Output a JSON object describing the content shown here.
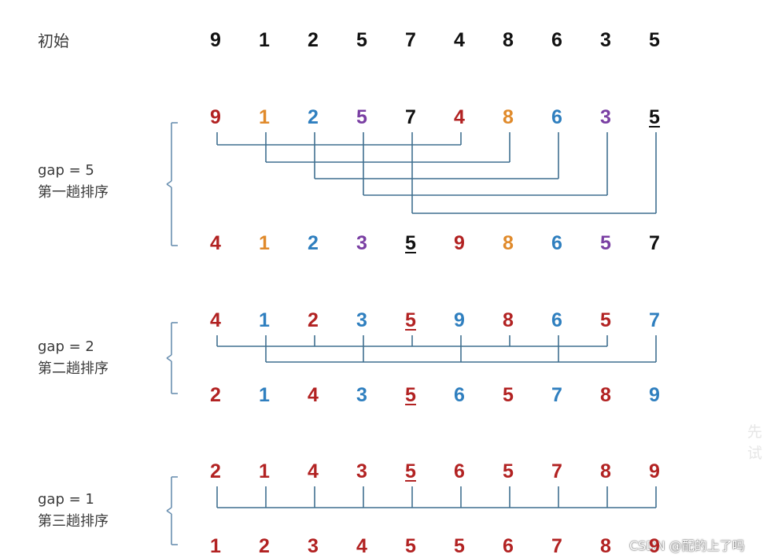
{
  "colors": {
    "red": "#b22222",
    "orange": "#e08a2b",
    "blue": "#2f7fbf",
    "purple": "#7a3fa3",
    "black": "#111111",
    "line": "#3f6f8f",
    "brace": "#6a8fb0"
  },
  "initial": {
    "label": "初始",
    "values": [
      9,
      1,
      2,
      5,
      7,
      4,
      8,
      6,
      3,
      5
    ]
  },
  "passes": [
    {
      "gap_label": "gap = 5",
      "name": "第一趟排序",
      "before": {
        "values": [
          9,
          1,
          2,
          5,
          7,
          4,
          8,
          6,
          3,
          5
        ],
        "colors": [
          "red",
          "orange",
          "blue",
          "purple",
          "black",
          "red",
          "orange",
          "blue",
          "purple",
          "black"
        ],
        "underline": [
          9
        ]
      },
      "after": {
        "values": [
          4,
          1,
          2,
          3,
          5,
          9,
          8,
          6,
          5,
          7
        ],
        "colors": [
          "red",
          "orange",
          "blue",
          "purple",
          "black",
          "red",
          "orange",
          "blue",
          "purple",
          "black"
        ],
        "underline": [
          4
        ]
      },
      "groups": [
        [
          0,
          5
        ],
        [
          1,
          6
        ],
        [
          2,
          7
        ],
        [
          3,
          8
        ],
        [
          4,
          9
        ]
      ]
    },
    {
      "gap_label": "gap = 2",
      "name": "第二趟排序",
      "before": {
        "values": [
          4,
          1,
          2,
          3,
          5,
          9,
          8,
          6,
          5,
          7
        ],
        "colors": [
          "red",
          "blue",
          "red",
          "blue",
          "red",
          "blue",
          "red",
          "blue",
          "red",
          "blue"
        ],
        "underline": [
          4
        ]
      },
      "after": {
        "values": [
          2,
          1,
          4,
          3,
          5,
          6,
          5,
          7,
          8,
          9
        ],
        "colors": [
          "red",
          "blue",
          "red",
          "blue",
          "red",
          "blue",
          "red",
          "blue",
          "red",
          "blue"
        ],
        "underline": [
          4
        ]
      },
      "groups": [
        [
          0,
          2,
          4,
          6,
          8
        ],
        [
          1,
          3,
          5,
          7,
          9
        ]
      ]
    },
    {
      "gap_label": "gap = 1",
      "name": "第三趟排序",
      "before": {
        "values": [
          2,
          1,
          4,
          3,
          5,
          6,
          5,
          7,
          8,
          9
        ],
        "colors": [
          "red",
          "red",
          "red",
          "red",
          "red",
          "red",
          "red",
          "red",
          "red",
          "red"
        ],
        "underline": [
          4
        ]
      },
      "after": {
        "values": [
          1,
          2,
          3,
          4,
          5,
          5,
          6,
          7,
          8,
          9
        ],
        "colors": [
          "red",
          "red",
          "red",
          "red",
          "red",
          "red",
          "red",
          "red",
          "red",
          "red"
        ],
        "underline": []
      },
      "groups": [
        [
          0,
          1,
          2,
          3,
          4,
          5,
          6,
          7,
          8,
          9
        ]
      ]
    }
  ],
  "watermark": {
    "side_text": "先试",
    "csdn_text": "CSDN @配的上了吗"
  }
}
